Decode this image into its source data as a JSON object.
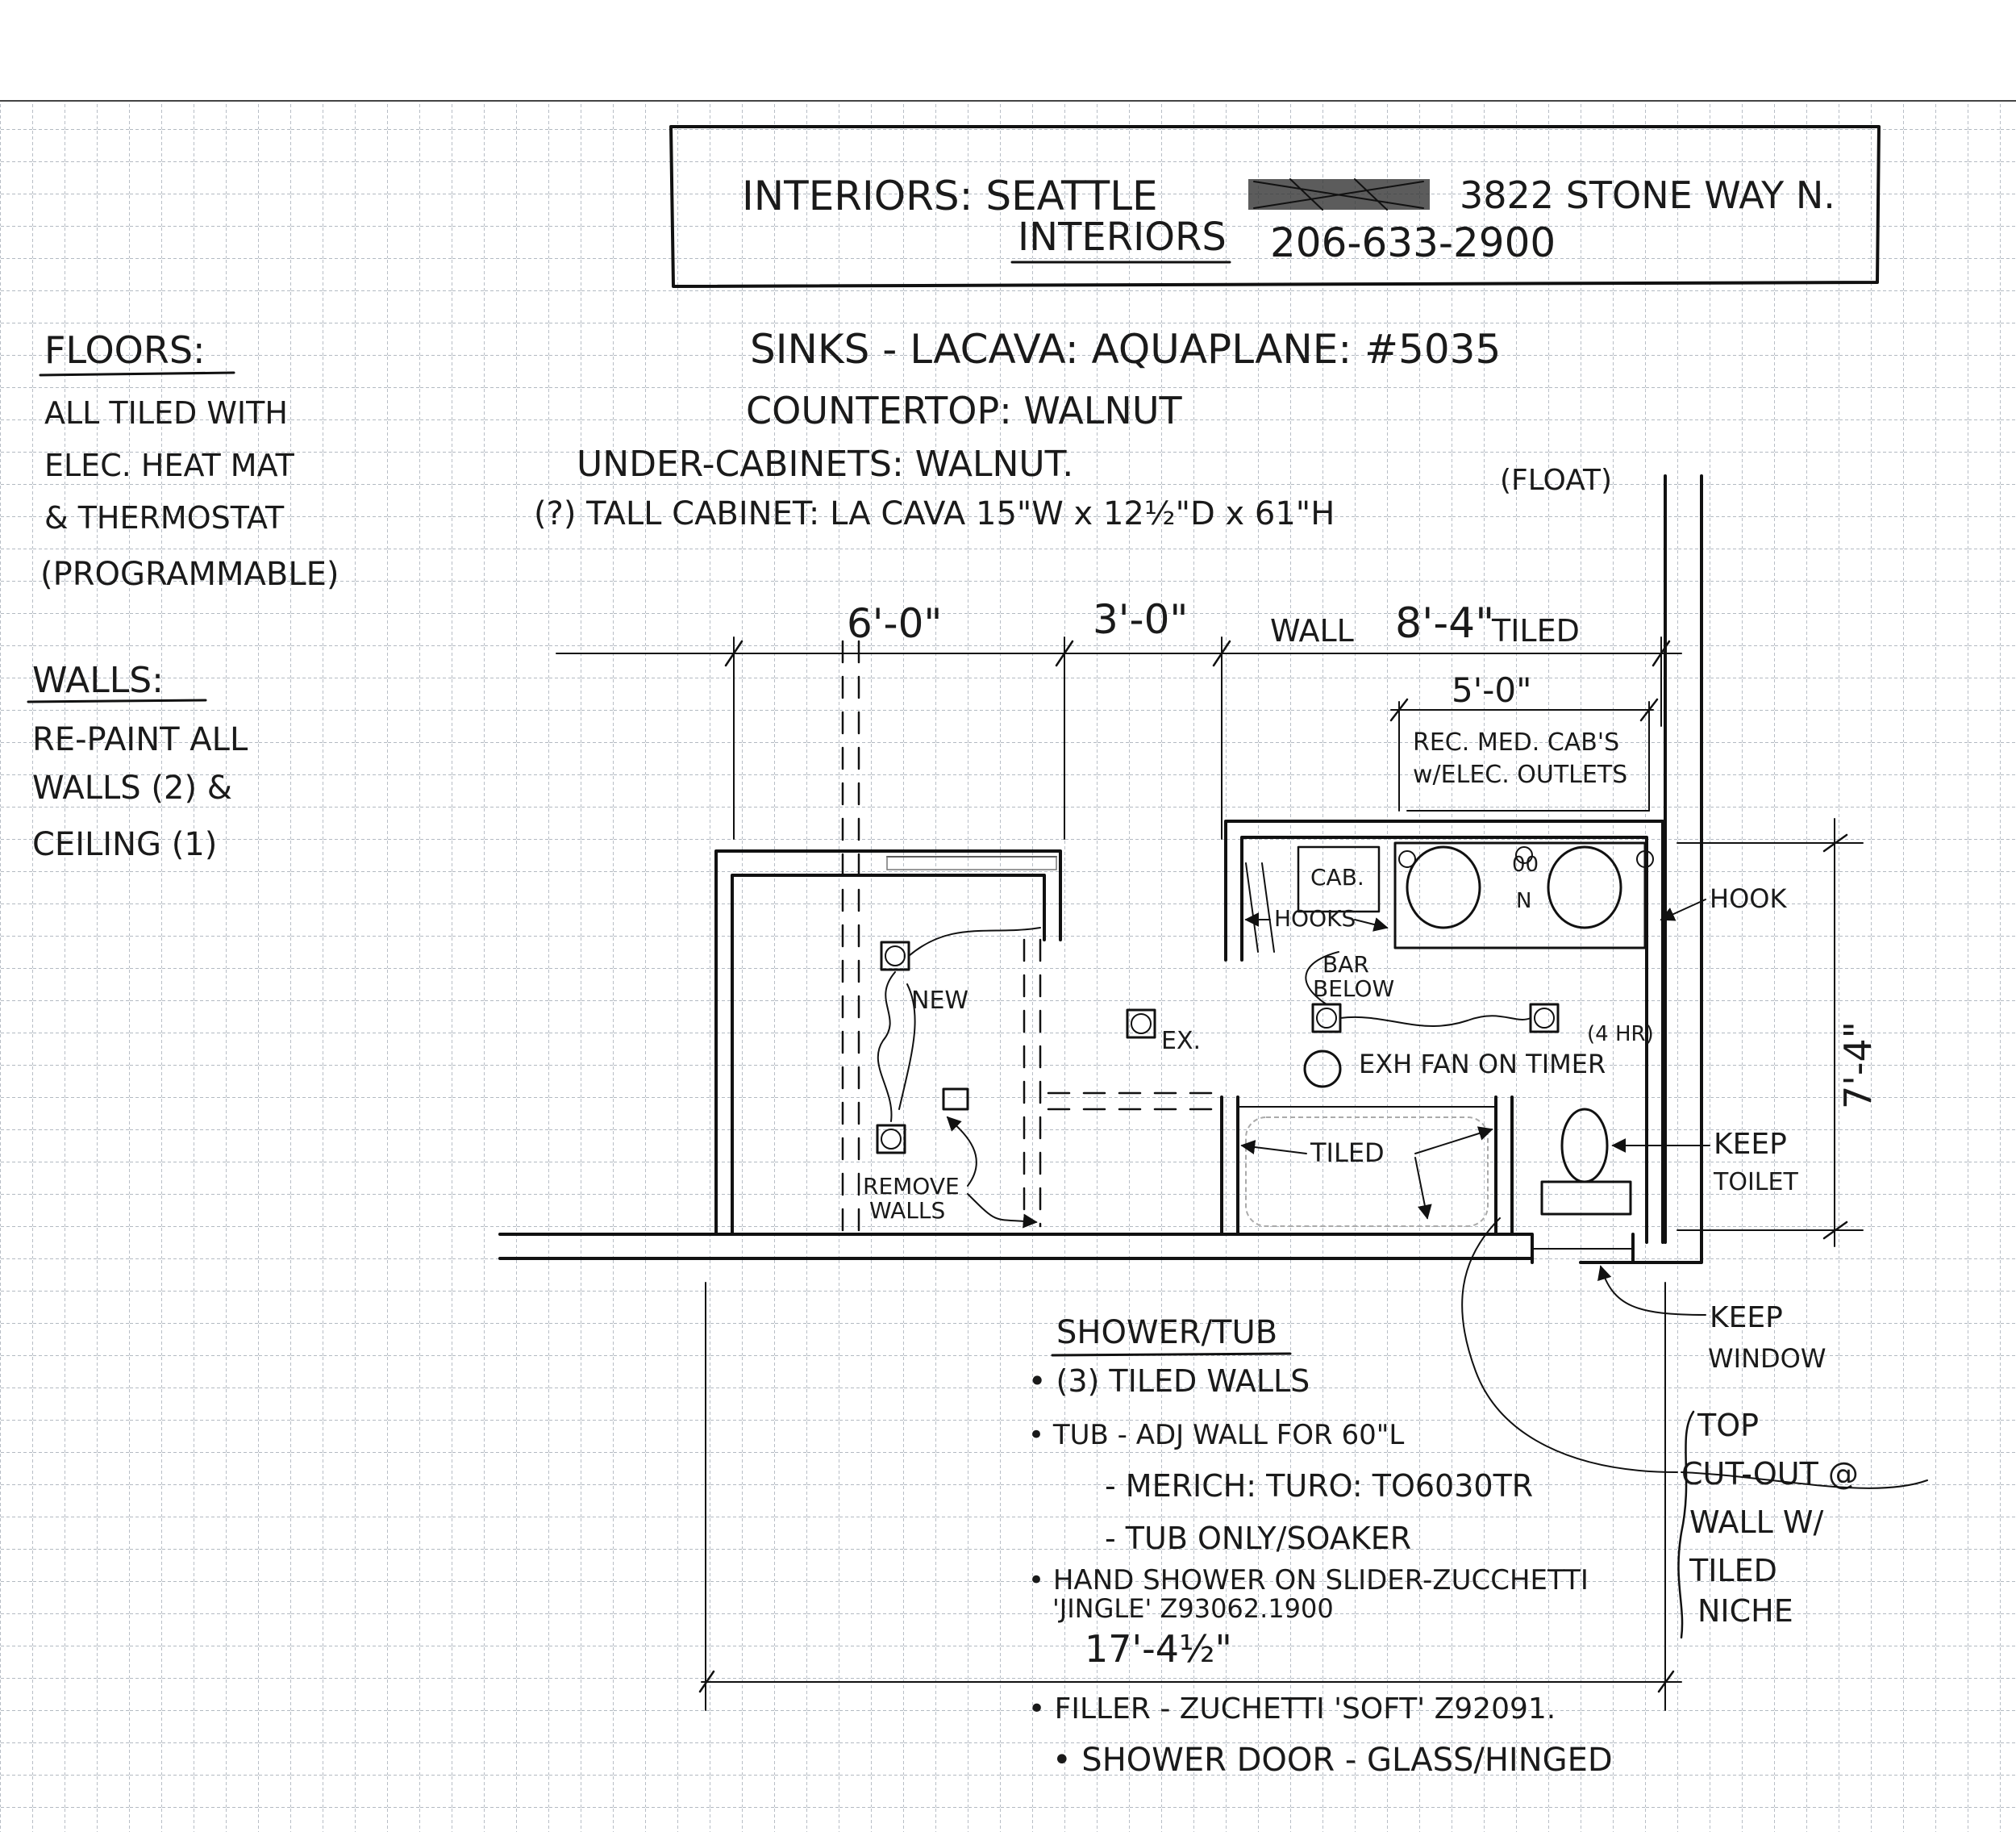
{
  "title_block": {
    "line1_prefix": "INTERIORS: SEATTLE",
    "line1_address": "3822 STONE WAY N.",
    "line2_name": "INTERIORS",
    "line2_phone": "206-633-2900"
  },
  "floors": {
    "heading": "FLOORS:",
    "lines": [
      "ALL TILED WITH",
      "ELEC. HEAT MAT",
      "& THERMOSTAT",
      "(PROGRAMMABLE)"
    ]
  },
  "walls": {
    "heading": "WALLS:",
    "lines": [
      "RE-PAINT ALL",
      "WALLS (2) &",
      "CEILING (1)"
    ]
  },
  "fixtures": {
    "sinks": "SINKS - LACAVA: AQUAPLANE: #5035",
    "countertop": "COUNTERTOP: WALNUT",
    "under_cabinets": "UNDER-CABINETS: WALNUT.",
    "float": "(FLOAT)",
    "tall_cabinet": "(?) TALL CABINET: LA CAVA 15\"W x 12½\"D x 61\"H"
  },
  "dimensions": {
    "d1": "6'-0\"",
    "d2": "3'-0\"",
    "d3_prefix": "WALL",
    "d3": "8'-4\"",
    "d3_suffix": "TILED",
    "d4": "5'-0\"",
    "side": "7'-4\"",
    "bottom": "17'-4½\""
  },
  "plan_labels": {
    "med_cab_1": "REC. MED. CAB'S",
    "med_cab_2": "w/ELEC. OUTLETS",
    "cab": "CAB.",
    "hooks": "HOOKS",
    "bar_1": "BAR",
    "bar_2": "BELOW",
    "new": "NEW",
    "ex": "EX.",
    "fan": "EXH FAN ON TIMER",
    "fan_note": "(4 HR)",
    "tiled": "TILED",
    "remove_1": "REMOVE",
    "remove_2": "WALLS",
    "hook": "HOOK",
    "keep_toilet_1": "KEEP",
    "keep_toilet_2": "TOILET",
    "keep_window_1": "KEEP",
    "keep_window_2": "WINDOW",
    "top_cut_1": "TOP",
    "top_cut_2": "CUT-OUT @",
    "top_cut_3": "WALL W/",
    "top_cut_4": "TILED",
    "top_cut_5": "NICHE"
  },
  "shower": {
    "heading": "SHOWER/TUB",
    "l1": "• (3) TILED WALLS",
    "l2": "• TUB - ADJ WALL FOR 60\"L",
    "l3": "- MERICH: TURO: TO6030TR",
    "l4": "- TUB ONLY/SOAKER",
    "l5": "• HAND SHOWER ON SLIDER-ZUCCHETTI",
    "l6": "'JINGLE' Z93062.1900",
    "l7": "• FILLER - ZUCHETTI 'SOFT' Z92091.",
    "l8": "• SHOWER DOOR - GLASS/HINGED"
  }
}
